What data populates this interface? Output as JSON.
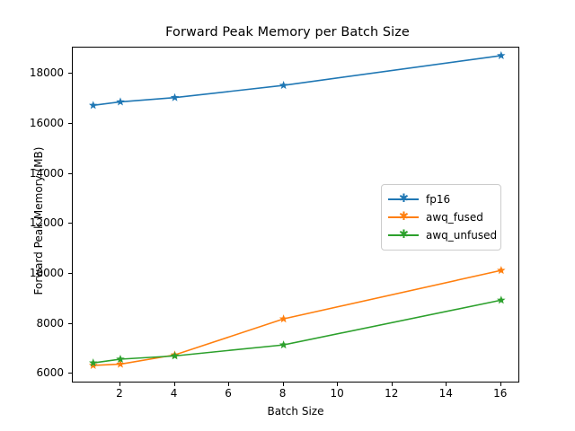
{
  "chart_data": {
    "type": "line",
    "title": "Forward Peak Memory per Batch Size",
    "xlabel": "Batch Size",
    "ylabel": "Forward Peak Memory (MB)",
    "x": [
      1,
      2,
      4,
      8,
      16
    ],
    "xlim": [
      0.25,
      16.7
    ],
    "ylim": [
      5620,
      19050
    ],
    "xticks": [
      2,
      4,
      6,
      8,
      10,
      12,
      14,
      16
    ],
    "yticks": [
      6000,
      8000,
      10000,
      12000,
      14000,
      16000,
      18000
    ],
    "xtick_labels": [
      "2",
      "4",
      "6",
      "8",
      "10",
      "12",
      "14",
      "16"
    ],
    "ytick_labels": [
      "6000",
      "8000",
      "10000",
      "12000",
      "14000",
      "16000",
      "18000"
    ],
    "grid": false,
    "legend_position": "center right",
    "marker": "star",
    "series": [
      {
        "name": "fp16",
        "color": "#1f77b4",
        "values": [
          16740,
          16880,
          17050,
          17540,
          18730
        ]
      },
      {
        "name": "awq_fused",
        "color": "#ff7f0e",
        "values": [
          6340,
          6390,
          6760,
          8200,
          10140
        ]
      },
      {
        "name": "awq_unfused",
        "color": "#2ca02c",
        "values": [
          6440,
          6590,
          6720,
          7160,
          8950
        ]
      }
    ]
  },
  "legend": {
    "items": [
      {
        "label": "fp16",
        "color": "#1f77b4"
      },
      {
        "label": "awq_fused",
        "color": "#ff7f0e"
      },
      {
        "label": "awq_unfused",
        "color": "#2ca02c"
      }
    ]
  }
}
